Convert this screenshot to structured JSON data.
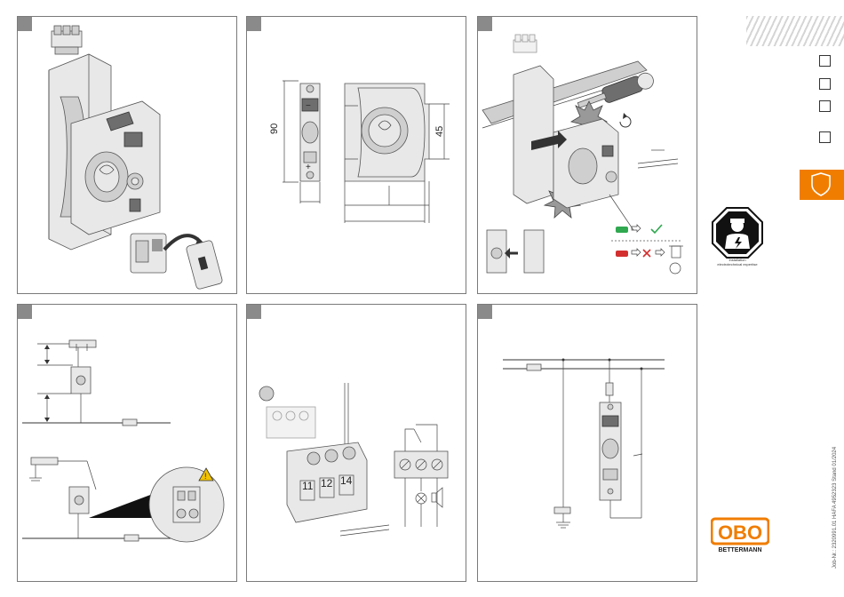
{
  "panels": [
    {
      "id": "p1",
      "step": ""
    },
    {
      "id": "p2",
      "step": ""
    },
    {
      "id": "p3",
      "step": ""
    },
    {
      "id": "p4",
      "step": ""
    },
    {
      "id": "p5",
      "step": ""
    },
    {
      "id": "p6",
      "step": ""
    }
  ],
  "dimensions": {
    "height": "90",
    "module_height": "45"
  },
  "terminals": {
    "t1": "11",
    "t2": "12",
    "t3": "14"
  },
  "checklist": {
    "count": 4
  },
  "badge": {
    "line1": "Installation",
    "line2": "electrotechnical expertise"
  },
  "brand": {
    "logo": "OBO",
    "sub": "BETTERMANN"
  },
  "footer": {
    "job_text": "Job-Nr.: 2320991.01 HAFA 4952323 Stand 01/2024"
  },
  "colors": {
    "accent": "#f07d00",
    "ok": "#2fa84f",
    "fail": "#d32f2f",
    "border": "#7a7a7a",
    "step_badge": "#8a8a8a"
  },
  "icons": {
    "shield": "shield-icon",
    "check": "check-icon",
    "cross": "cross-icon",
    "warning": "warning-icon",
    "recycle": "recycle-icon",
    "bin": "bin-icon"
  }
}
